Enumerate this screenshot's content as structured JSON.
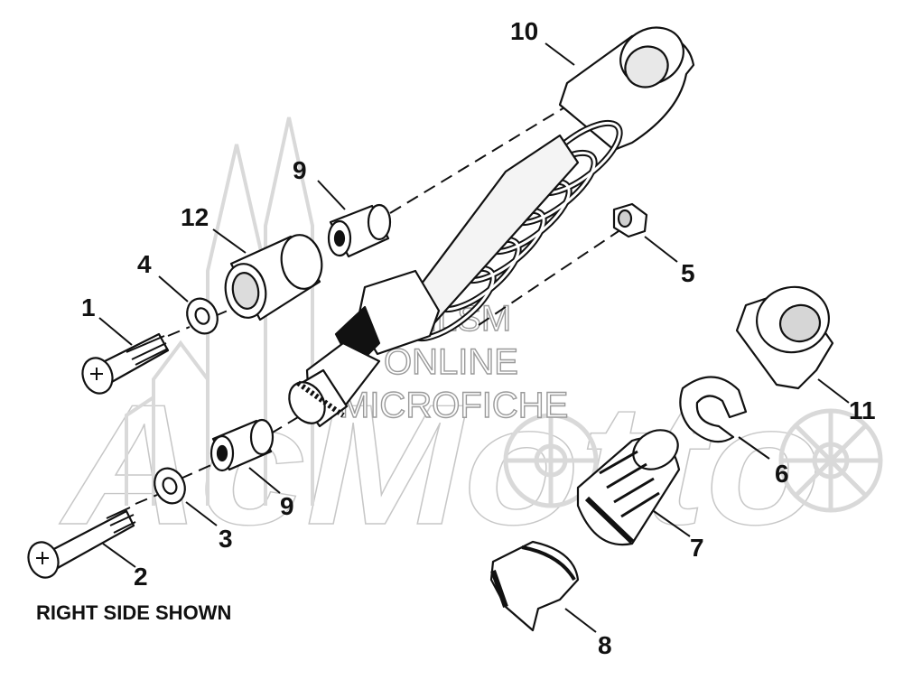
{
  "diagram": {
    "caption": "RIGHT SIDE SHOWN",
    "callouts": [
      "1",
      "2",
      "3",
      "4",
      "5",
      "6",
      "7",
      "8",
      "9",
      "9",
      "10",
      "11",
      "12"
    ]
  },
  "watermark": {
    "lines": [
      "HLSM",
      "ONLINE",
      "MICROFICHE"
    ],
    "brand": "AcMotto"
  },
  "colors": {
    "ink": "#111111",
    "watermark_gray": "#bdbdbd",
    "background": "#ffffff"
  }
}
